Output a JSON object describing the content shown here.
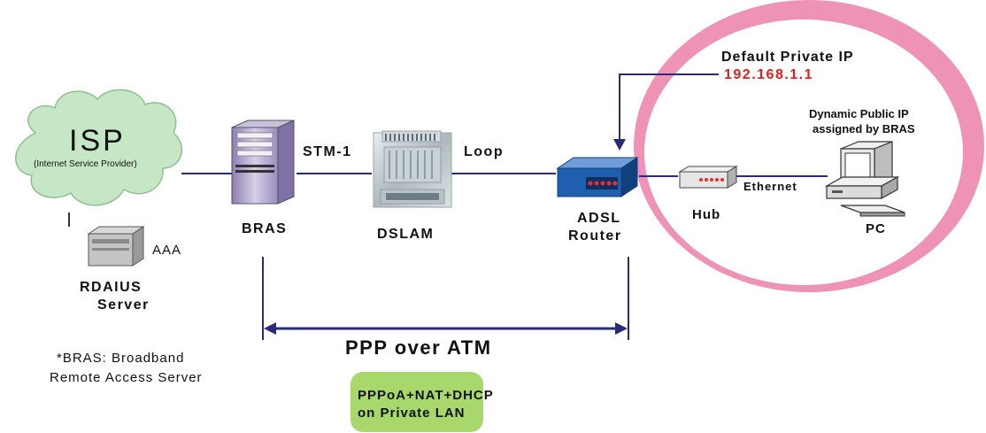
{
  "labels": {
    "isp_title": "ISP",
    "isp_subtitle": "(Internet Service Provider)",
    "aaa": "AAA",
    "radius_line1": "RDAIUS",
    "radius_line2": "Server",
    "bras": "BRAS",
    "stm1": "STM-1",
    "dslam": "DSLAM",
    "loop": "Loop",
    "adsl_line1": "ADSL",
    "adsl_line2": "Router",
    "hub": "Hub",
    "ethernet": "Ethernet",
    "pc": "PC",
    "default_ip_title": "Default Private IP",
    "default_ip_value": "192.168.1.1",
    "dynamic_ip_line1": "Dynamic Public IP",
    "dynamic_ip_line2": "assigned by BRAS",
    "ppp_over_atm": "PPP over ATM",
    "footnote_line1": "*BRAS: Broadband",
    "footnote_line2": "Remote Access Server",
    "box_line1": "PPPoA+NAT+DHCP",
    "box_line2": "on Private LAN"
  },
  "icons": [
    "cloud-icon",
    "server-tower-icon",
    "dslam-rack-icon",
    "adsl-router-icon",
    "hub-icon",
    "pc-icon",
    "radius-server-icon"
  ],
  "colors": {
    "crescent": "#ee92b6",
    "cloud": "#c6e7c6",
    "cloud_edge": "#8fbf8f",
    "line": "#2a2a7a",
    "ip_red": "#e02020",
    "router_blue": "#1f5fb0",
    "box_green": "#a8d86c",
    "led_red": "#e83030"
  }
}
